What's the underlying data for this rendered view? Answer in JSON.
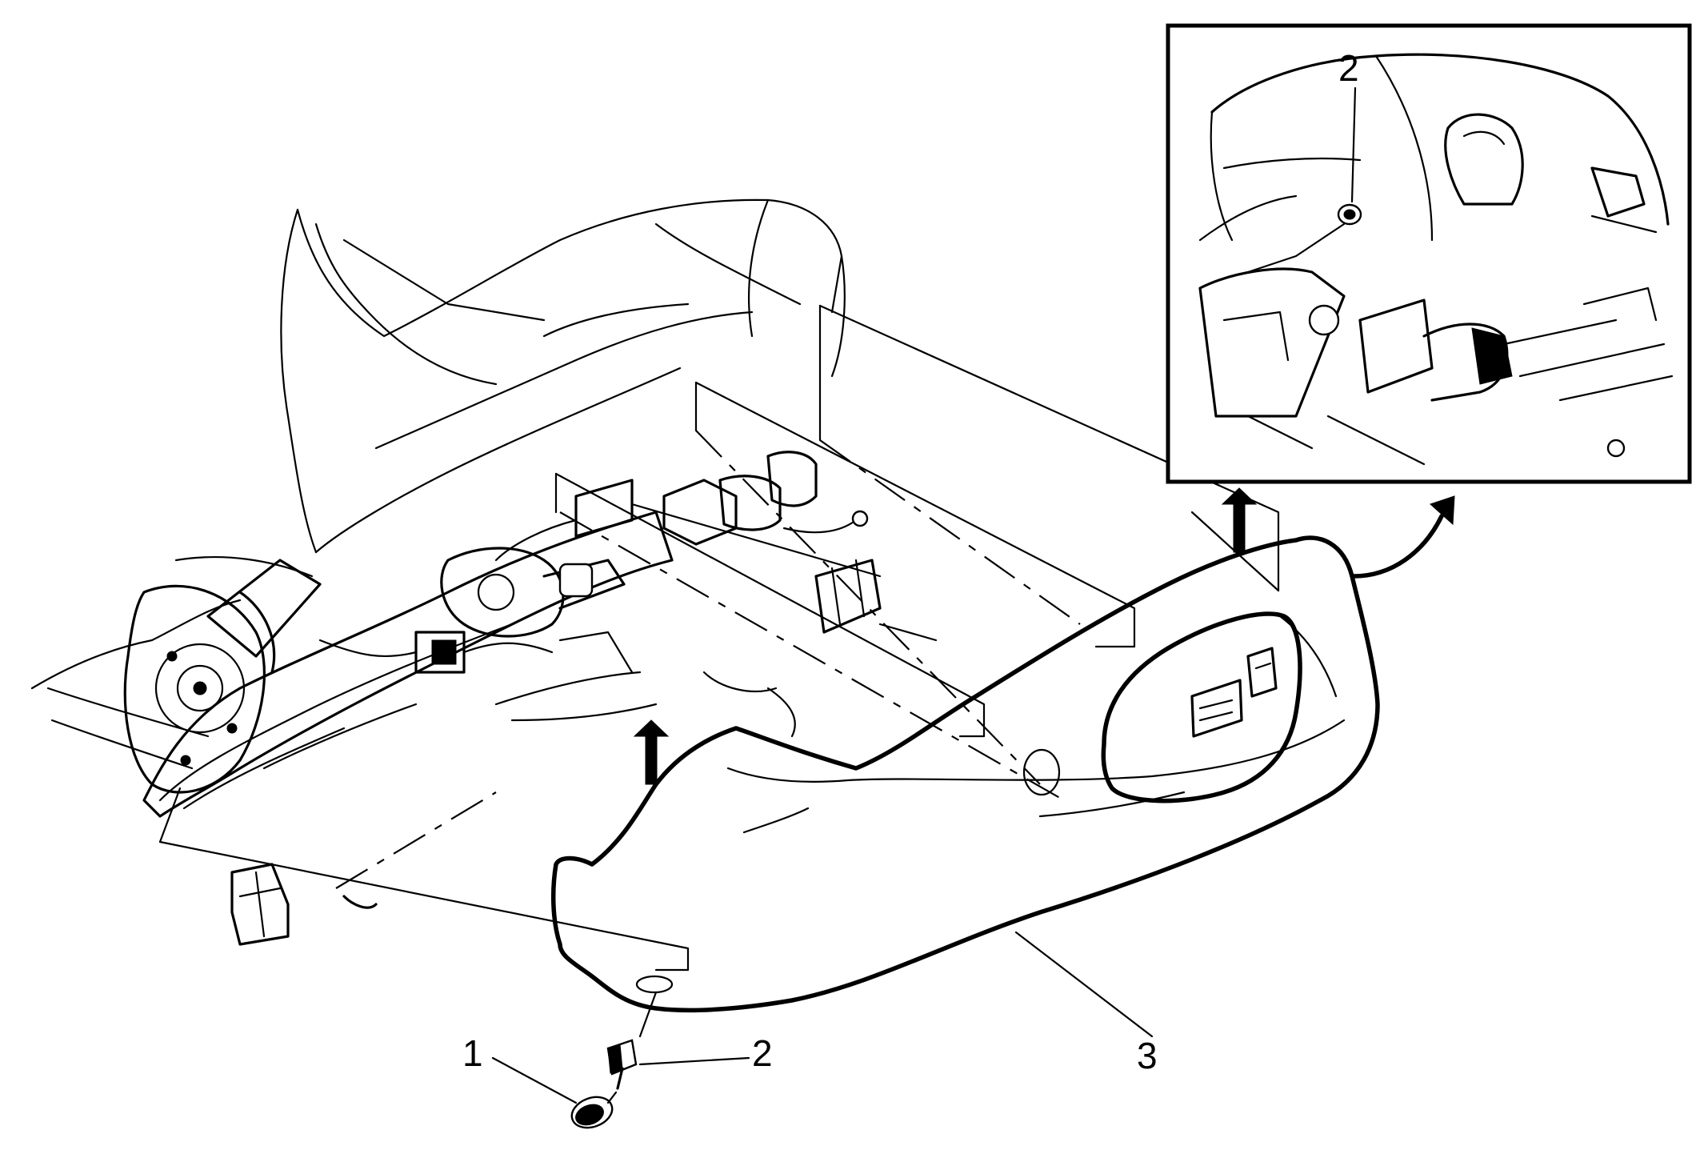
{
  "callouts": {
    "c1": "1",
    "c2": "2",
    "c3": "3",
    "inset_c2": "2"
  }
}
